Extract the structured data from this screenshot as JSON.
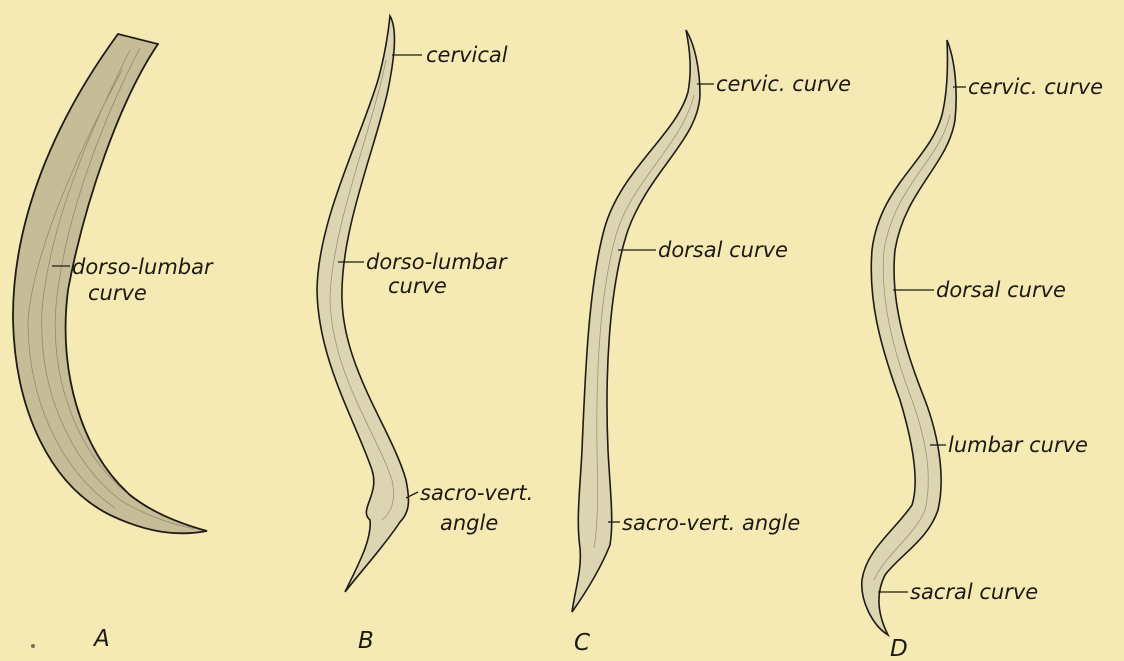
{
  "figures": [
    {
      "caption": "A",
      "labels": [
        {
          "text": "dorso-lumbar"
        },
        {
          "text": "curve"
        }
      ]
    },
    {
      "caption": "B",
      "labels": [
        {
          "text": "cervical"
        },
        {
          "text": "dorso-lumbar"
        },
        {
          "text": "curve"
        },
        {
          "text": "sacro-vert."
        },
        {
          "text": "angle"
        }
      ]
    },
    {
      "caption": "C",
      "labels": [
        {
          "text": "cervic. curve"
        },
        {
          "text": "dorsal curve"
        },
        {
          "text": "sacro-vert. angle"
        }
      ]
    },
    {
      "caption": "D",
      "labels": [
        {
          "text": "cervic. curve"
        },
        {
          "text": "dorsal curve"
        },
        {
          "text": "lumbar curve"
        },
        {
          "text": "sacral curve"
        }
      ]
    }
  ]
}
